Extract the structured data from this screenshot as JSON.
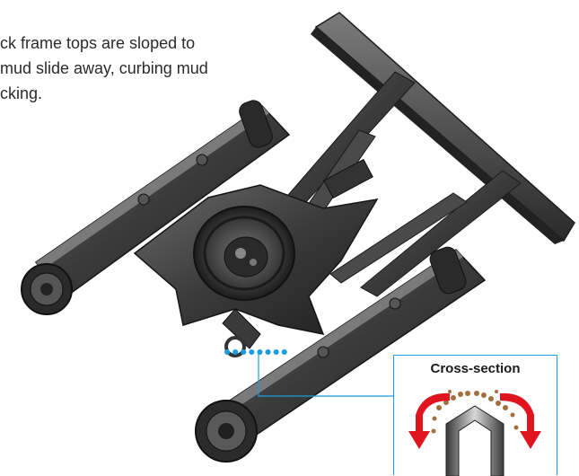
{
  "caption": {
    "line1": "ck frame tops are sloped to",
    "line2": "mud slide away, curbing mud",
    "line3": "cking."
  },
  "callout": {
    "title": "Cross-section"
  },
  "colors": {
    "frame_dark": "#2e2e2e",
    "frame_mid": "#555555",
    "frame_light": "#8a8a8a",
    "leader_line": "#1a9ee0",
    "arrow": "#e0141e",
    "mud": "#a0703f"
  },
  "icons": [
    "track-frame-illustration",
    "cross-section-diagram",
    "mud-flow-arrow"
  ]
}
